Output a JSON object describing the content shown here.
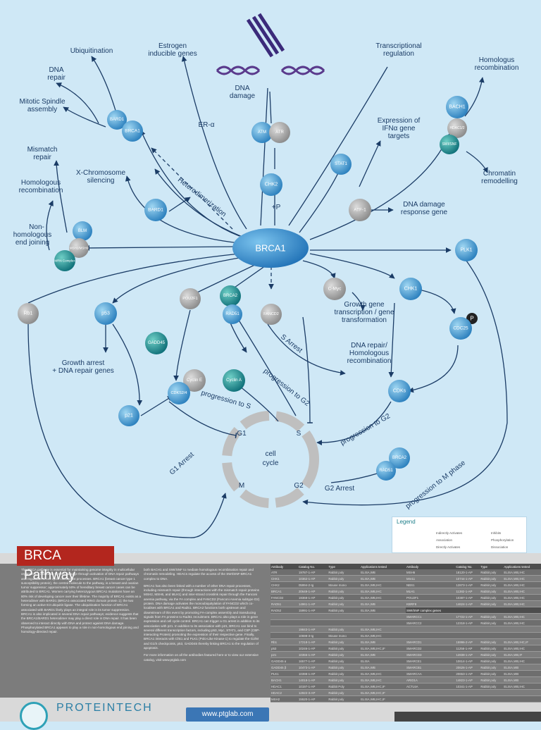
{
  "title": "BRCA Pathway",
  "nodes": {
    "brca1_main": "BRCA1",
    "bard1_top": "BARD1",
    "brca1_top": "BRCA1",
    "atm": "ATM",
    "atr": "ATR",
    "chk2": "CHK2",
    "stat1": "STAT1",
    "bach1": "BACH1",
    "hdac12": "HDAC1/2",
    "swisnf": "SWI/SNF",
    "bard1_mid": "BARD1",
    "blm": "BLM",
    "msh2": "MSH2/MSH6",
    "mrn": "MRN Complex",
    "atf1": "ATF-1",
    "plk1": "PLK1",
    "rb1": "Rb1",
    "p53": "p53",
    "pou2f1": "POU2F1",
    "brca2_mid": "BRCA2",
    "rad51_mid": "RAD51",
    "fancd2": "FANCD2",
    "cmyc": "C-Myc",
    "chk1": "CHK1",
    "p_badge": "P",
    "cdc25": "CDC25",
    "gadd45": "GADD45",
    "cyclin_e": "Cyclin E",
    "cdks24": "CDKS2/4",
    "cyclin_a": "Cyclin A",
    "p21": "p21",
    "cdks": "CDKs",
    "brca2_low": "BRCA2",
    "rad51_low": "RAD51"
  },
  "labels": {
    "ubiquitination": "Ubiquitination",
    "estrogen_1": "Estrogen",
    "estrogen_2": "inducible genes",
    "transcriptional_1": "Transcriptional",
    "transcriptional_2": "regulation",
    "homologus_1": "Homologus",
    "homologus_2": "recombination",
    "dna_repair_1": "DNA",
    "dna_repair_2": "repair",
    "dna_damage_1": "DNA",
    "dna_damage_2": "damage",
    "mitotic_1": "Mitotic Spindle",
    "mitotic_2": "assembly",
    "er_a": "ER-α",
    "ifna_1": "Expression of",
    "ifna_2": "IFNα gene",
    "ifna_3": "targets",
    "mismatch_1": "Mismatch",
    "mismatch_2": "repair",
    "xchrom_1": "X-Chromosome",
    "xchrom_2": "silencing",
    "chromatin_1": "Chromatin",
    "chromatin_2": "remodelling",
    "hr_left_1": "Homologous",
    "hr_left_2": "recombination",
    "heterodimerization": "Heterodimerization",
    "plus_p": "+P",
    "dna_dmg_resp_1": "DNA damage",
    "dna_dmg_resp_2": "response gene",
    "nhej_1": "Non-",
    "nhej_2": "homologous",
    "nhej_3": "end joining",
    "growth_gene_1": "Growth gene",
    "growth_gene_2": "transcription / gene",
    "growth_gene_3": "transformation",
    "s_arrest": "S Arrest",
    "dna_repair_hr_1": "DNA repair/",
    "dna_repair_hr_2": "Homologous",
    "dna_repair_hr_3": "recombination",
    "growth_arrest_1": "Growth arrest",
    "growth_arrest_2": "+ DNA repair genes",
    "progression_g2": "progression to G2",
    "progression_s": "progression to S",
    "progression_g2_right": "progression to G2",
    "g1_arrest": "G1 Arrest",
    "cell_cycle_1": "cell",
    "cell_cycle_2": "cycle",
    "phase_g1": "G1",
    "phase_s": "S",
    "phase_g2": "G2",
    "phase_m": "M",
    "g2_arrest": "G2 Arrest",
    "progression_m": "progression to M phase"
  },
  "legend": {
    "title": "Legend",
    "items": [
      "Indirectly Activates",
      "Inhibits",
      "Association",
      "Phosphorylation",
      "Directly Activates",
      "Dissociation"
    ]
  },
  "intro": {
    "col1": "The BRCA pathway is essential for maintaining genome integrity in multicellular organisms; it responds to DNA damage through activation of DNA repair pathways and regulation of cell cycle checkpoint processes. BRCA1 (breast cancer type 1 susceptibility protein), the central molecule to the pathway, is a breast and ovarian tumor suppressor; approximately 50% of hereditary breast cancer cases can be attributed to BRCA1. Women carrying heterozygous BRCA1 mutations have an 80% risk of developing cancer over their lifetime. The majority of BRCA1 exists as a heterodimer with BARD1 (BRCA1-associated RING domain protein 1); the two forming an active E3 ubiquitin ligase. The ubiquitination function of BRCA1 associated with BARD1 likely plays an integral role in its tumor suppression. BRCA1 is also implicated in several DNA repair pathways; evidence suggests that the BRCA1/BARD1 heterodimer may play a direct role in DNA repair. It has been observed to interact directly with DNA and protect against DNA damage. Phosphorylated BRCA1 appears to play a role in non-homologous end joining and homology-directed repair.",
    "col2a": "both BACH1 and SWI/SNF to mediate homologous recombination repair and chromatin remodeling. HDACs regulate the access of the SWI/SNF-BRCA1 complex to DNA.",
    "col2b": "BRCA1 has also been linked with a number of other DNA repair processes, including mismatch repair (through interactions with the mismatch repair proteins MSH2, MSH6, and MLH1) and inter-strand crosslink repair through the Fanconi anemia pathway, via the FA complex and FANCD2 (Fanconi Anemia subtype D2) protein. DNA damage activates the monoubiquitylation of FANCD2 which co-localises with BRCA1 and Rad51. BRCA2 functions both upstream and downstream of this event by promoting FA-complex assembly and transducing signals from FA proteins to Rad51 recruitment. BRCA1 also plays a role in gene expression and cell cycle control. BRCA1 can trigger a G1 arrest in addition to its association with p21. In addition to its association with p21, BRCA1 can bind to several different transcription factors, including p53, Myc, STAT1, and CtIP (CBP-interacting Protein) promoting the expression of their respective gene. Finally, BRCA1 interacts with Chk1 and PLK1 (Polo-Like Kinase-1) to regulate the G2/M and G1/S checkpoints, p53, GADD45 thereby linking BRCA1 to the regulation of apoptosis.",
    "col2c": "For more information on all the antibodies featured here or to view our extensive catalog, visit www.ptglab.com"
  },
  "table_headers": [
    "Antibody",
    "Catalog No.",
    "Type",
    "Applications tested"
  ],
  "table1_rows": [
    [
      "ATR",
      "19787-1-AP",
      "Rabbit poly",
      "ELISA,WB"
    ],
    [
      "CHK1",
      "10362-1-AP",
      "Rabbit poly",
      "ELISA,WB"
    ],
    [
      "CHK2",
      "05994-2-Ig",
      "Mouse mono",
      "ELISA,WB,IHC"
    ],
    [
      "BRCA1",
      "20649-1-AP",
      "Rabbit poly",
      "ELISA,WB,IHC"
    ],
    [
      "FANCD2",
      "19368-1-AP",
      "Rabbit poly",
      "ELISA,WB,IHC"
    ],
    [
      "RAD51",
      "14961-1-AP",
      "Rabbit poly",
      "ELISA,WB"
    ],
    [
      "RAD52",
      "15991-1-AP",
      "Rabbit poly",
      "ELISA,WB"
    ],
    [
      "",
      "",
      "",
      ""
    ],
    [
      "",
      "",
      "",
      ""
    ],
    [
      "",
      "19843-1-AP",
      "Rabbit poly",
      "ELISA,WB,IHC"
    ],
    [
      "",
      "10698-3-Ig",
      "Mouse mono",
      "ELISA,WB,IHC"
    ],
    [
      "Rb1",
      "17218-1-AP",
      "Rabbit poly",
      "ELISA,WB"
    ],
    [
      "p53",
      "10246-1-AP",
      "Rabbit poly",
      "ELISA,WB,IHC,IF"
    ],
    [
      "p21",
      "10355-1-AP",
      "Rabbit poly",
      "ELISA,WB"
    ],
    [
      "GADD45 α",
      "16577-1-AP",
      "Rabbit poly",
      "ELISA"
    ],
    [
      "GADD45 β",
      "10473-1-AP",
      "Rabbit poly",
      "ELISA,WB"
    ],
    [
      "PLK1",
      "10398-1-AP",
      "Rabbit poly",
      "ELISA,WB,IHC"
    ],
    [
      "BACH1",
      "14018-1-AP",
      "Rabbit poly",
      "ELISA,WB,IHC"
    ],
    [
      "HDAC1",
      "10197-1-AP",
      "Rabbit Poly",
      "ELISA,WB,IHC,IF"
    ],
    [
      "HDAC2",
      "12922-3-AP",
      "Rabbit poly",
      "ELISA,WB,IHC,IF"
    ],
    [
      "MSH2",
      "15520-1-AP",
      "Rabbit poly",
      "ELISA,WB,IHC,IF"
    ]
  ],
  "table2_rows": [
    [
      "MSH6",
      "18120-1-AP",
      "Rabbit poly",
      "ELISA,WB,IHC"
    ],
    [
      "Mre11",
      "10744-1-AP",
      "Rabbit poly",
      "ELISA,WB,IHC"
    ],
    [
      "NBS1",
      "12873-1-AP",
      "Rabbit poly",
      "ELISA,WB,IHC"
    ],
    [
      "MLH1",
      "11382-1-AP",
      "Rabbit poly",
      "ELISA,WB,IHC"
    ],
    [
      "POU2F1",
      "10387-1-AP",
      "Rabbit poly",
      "ELISA,WB,IHC"
    ],
    [
      "KBRF8",
      "14624-1-AP",
      "Rabbit poly",
      "ELISA,WB,IHC"
    ],
    [
      "SWI/SNF complex genes",
      "",
      "",
      ""
    ],
    [
      "SMARCC1",
      "17722-1-AP",
      "Rabbit poly",
      "ELISA,WB,IHC"
    ],
    [
      "SMARCC2",
      "12318-1-AP",
      "Rabbit poly",
      "ELISA,WB,IHC"
    ],
    [
      "",
      "",
      "",
      ""
    ],
    [
      "",
      "",
      "",
      ""
    ],
    [
      "SMARCD1",
      "15996-2-AP",
      "Rabbit poly",
      "ELISA,WB,IHC,IF"
    ],
    [
      "SMARCD2",
      "11256-1-AP",
      "Rabbit poly",
      "ELISA,WB,IHC"
    ],
    [
      "SMARCD3",
      "12838-1-AP",
      "Rabbit poly",
      "ELISA,WB,IF"
    ],
    [
      "SMARCE1",
      "10614-1-AP",
      "Rabbit poly",
      "ELISA,WB,IHC"
    ],
    [
      "SMARCB1",
      "20626-1-AP",
      "Rabbit poly",
      "ELISA,WB"
    ],
    [
      "SMARCAA",
      "20653-1-AP",
      "Rabbit poly",
      "ELISA,WB"
    ],
    [
      "ARID1A",
      "14823-1-AP",
      "Rabbit poly",
      "ELISA,WB"
    ],
    [
      "ACTL6A",
      "10341-1-AP",
      "Rabbit poly",
      "ELISA,WB,IHC"
    ],
    [
      "",
      "",
      "",
      ""
    ],
    [
      "",
      "",
      "",
      ""
    ]
  ],
  "logo_text": "PROTEINTECH",
  "url": "www.ptglab.com",
  "colors": {
    "background": "#cfe8f6",
    "node_blue": "#2f8fc9",
    "node_teal": "#1b8b8c",
    "node_gray": "#9a9a9a",
    "text": "#1b3c66",
    "title_red": "#b3261e"
  }
}
